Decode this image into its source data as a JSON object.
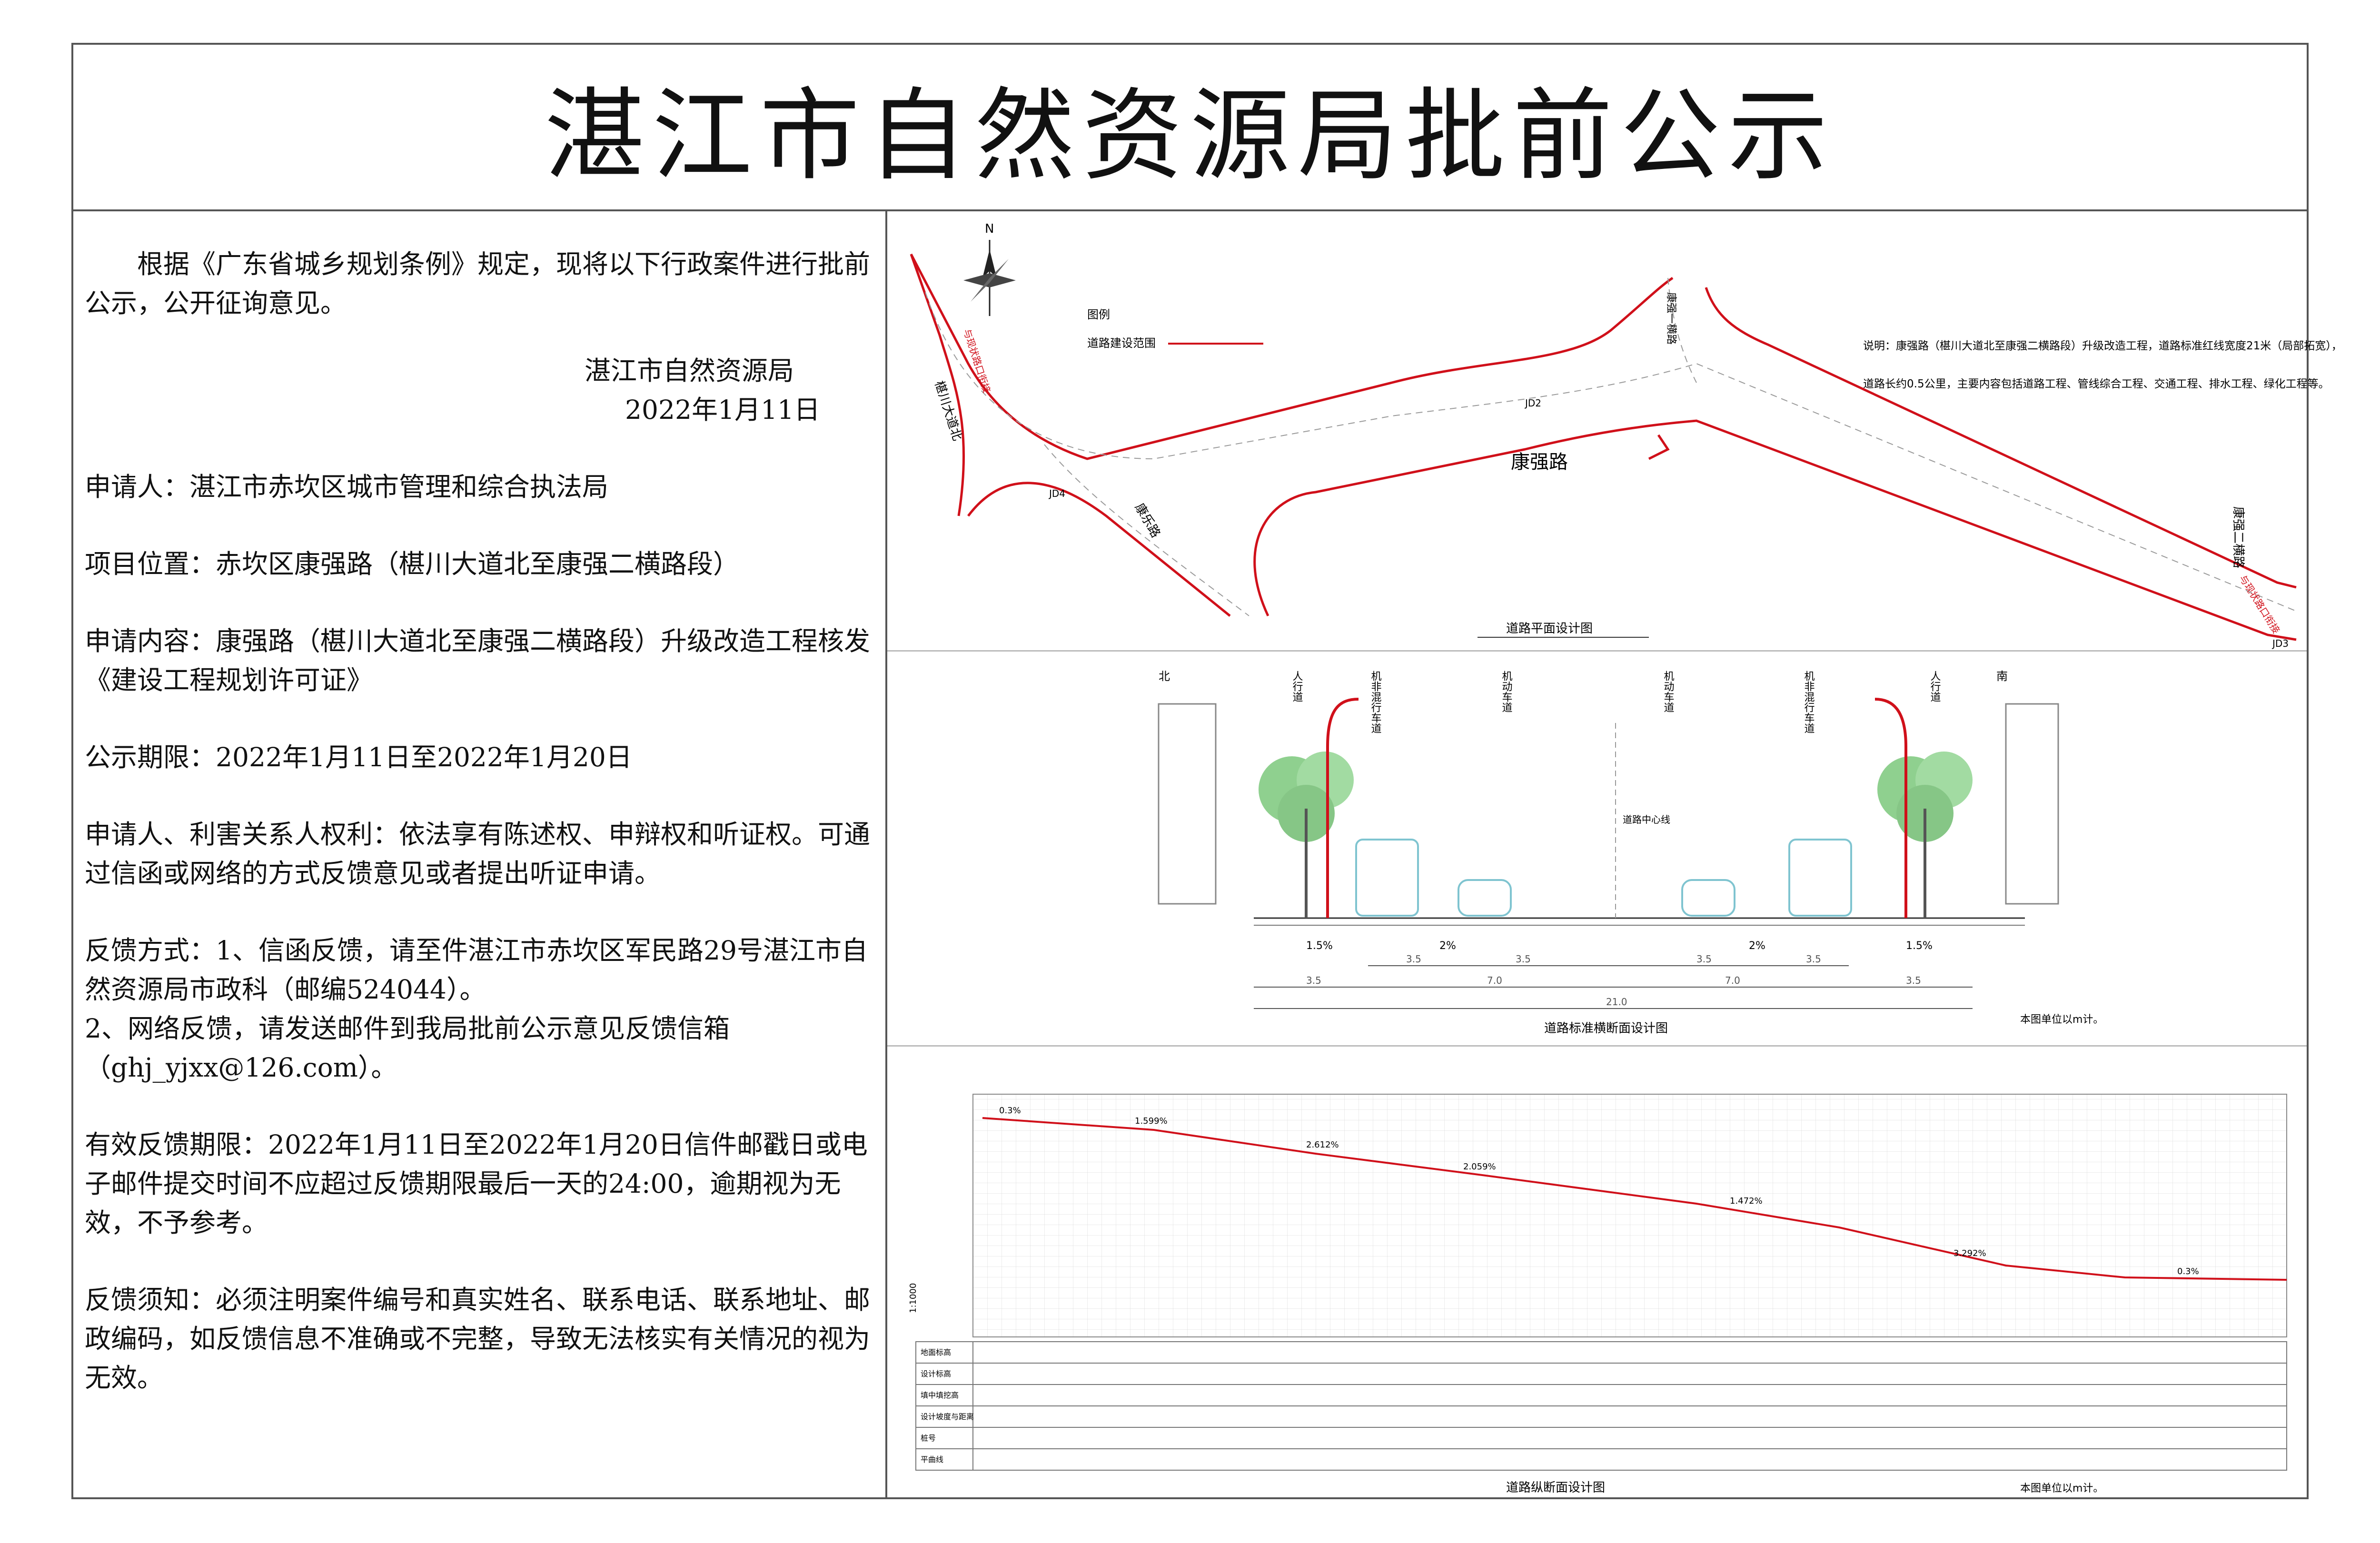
{
  "title": "湛江市自然资源局批前公示",
  "notice": {
    "intro": "根据《广东省城乡规划条例》规定，现将以下行政案件进行批前公示，公开征询意见。",
    "issuer": "湛江市自然资源局",
    "date": "2022年1月11日",
    "applicant": "申请人：湛江市赤坎区城市管理和综合执法局",
    "location": "项目位置：赤坎区康强路（椹川大道北至康强二横路段）",
    "content": "申请内容：康强路（椹川大道北至康强二横路段）升级改造工程核发《建设工程规划许可证》",
    "period": "公示期限：2022年1月11日至2022年1月20日",
    "rights": "申请人、利害关系人权利：依法享有陈述权、申辩权和听证权。可通过信函或网络的方式反馈意见或者提出听证申请。",
    "feedback_1": "反馈方式：1、信函反馈，请至件湛江市赤坎区军民路29号湛江市自然资源局市政科（邮编524044）。",
    "feedback_2": "2、网络反馈，请发送邮件到我局批前公示意见反馈信箱（ghj_yjxx@126.com）。",
    "valid": "有效反馈期限：2022年1月11日至2022年1月20日信件邮戳日或电子邮件提交时间不应超过反馈期限最后一天的24:00，逾期视为无效，不予参考。",
    "note": "反馈须知：必须注明案件编号和真实姓名、联系电话、联系地址、邮政编码，如反馈信息不准确或不完整，导致无法核实有关情况的视为无效。"
  },
  "plan": {
    "north": "N",
    "legend_title": "图例",
    "legend_item": "道路建设范围",
    "description_1": "说明：康强路（椹川大道北至康强二横路段）升级改造工程，道路标准红线宽度21米（局部拓宽），",
    "description_2": "道路长约0.5公里，主要内容包括道路工程、管线综合工程、交通工程、排水工程、绿化工程等。",
    "road_main": "康强路",
    "road_west": "椹川大道北",
    "road_sw": "康乐路",
    "road_ne": "康强一横路",
    "road_e": "康强二横路",
    "start_label": "与现状路口衔接",
    "end_label": "与现状路口衔接",
    "jd2": "JD2",
    "jd4": "JD4",
    "jd3": "JD3",
    "caption": "道路平面设计图"
  },
  "section": {
    "north": "北",
    "south": "南",
    "lanes": [
      "人行道",
      "机非混行车道",
      "机动车道",
      "机动车道",
      "机非混行车道",
      "人行道"
    ],
    "centerline": "道路中心线",
    "slopes": [
      "1.5%",
      "2%",
      "2%",
      "1.5%"
    ],
    "widths_top": [
      "3.5",
      "3.5",
      "3.5",
      "3.5"
    ],
    "widths_mid": [
      "3.5",
      "7.0",
      "7.0",
      "3.5"
    ],
    "total": "21.0",
    "caption": "道路标准横断面设计图",
    "unit": "本图单位以m计。"
  },
  "profile": {
    "grades": [
      "0.3%",
      "1.599%",
      "2.612%",
      "2.059%",
      "1.472%",
      "3.292%",
      "0.3%"
    ],
    "row_labels": [
      "地面标高",
      "设计标高",
      "填中填挖高",
      "设计坡度与距离",
      "桩号",
      "平曲线"
    ],
    "caption": "道路纵断面设计图",
    "unit": "本图单位以m计。",
    "scale": "1:1000"
  }
}
